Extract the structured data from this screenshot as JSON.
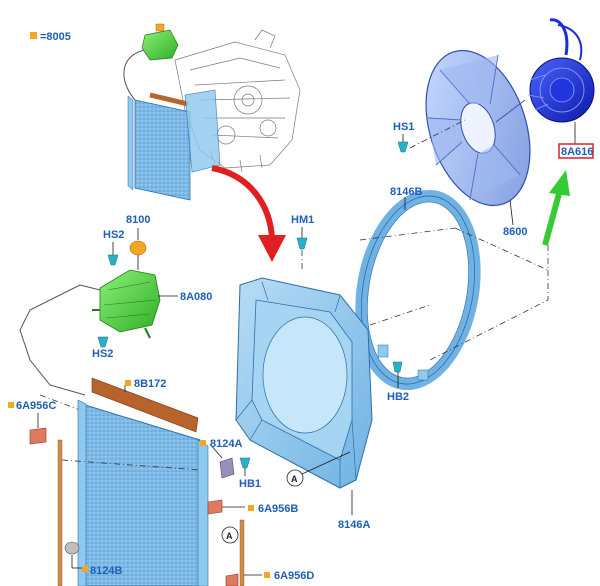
{
  "legend": {
    "swatch_color": "#f5a623",
    "text": "=8005"
  },
  "labels": {
    "hs1": "HS1",
    "part_8a616": "8A616",
    "part_8146b": "8146B",
    "part_8600": "8600",
    "hm1": "HM1",
    "part_8100": "8100",
    "hs2_top": "HS2",
    "part_8a080": "8A080",
    "hs2_bottom": "HS2",
    "part_8b172": "8B172",
    "part_6a956c": "6A956C",
    "part_8124a": "8124A",
    "hb1": "HB1",
    "hb2": "HB2",
    "ref_a_1": "A",
    "ref_a_2": "A",
    "part_6a956b": "6A956B",
    "part_8146a": "8146A",
    "part_8124b": "8124B",
    "part_6a956d": "6A956D"
  },
  "colors": {
    "part_blue": "#8ec9ef",
    "part_blue_dark": "#4a8fc9",
    "reservoir_green": "#4fd13c",
    "gasket_brown": "#b8632c",
    "highlight_red": "#e02020",
    "arrow_green": "#33cc33",
    "fan_clutch_blue": "#1a2fd6",
    "label_blue": "#1f5fb4"
  }
}
